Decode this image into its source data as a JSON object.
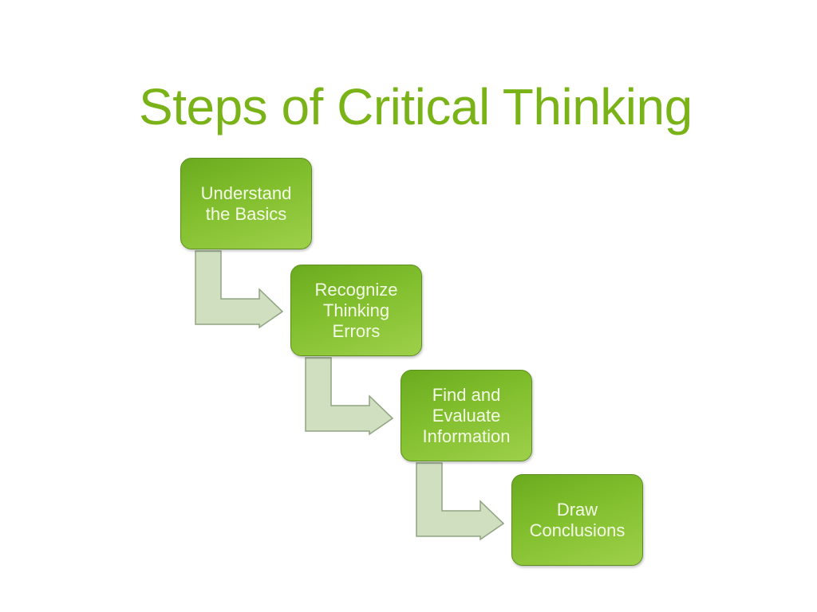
{
  "title": "Steps of Critical Thinking",
  "steps": [
    {
      "label": "Understand the Basics"
    },
    {
      "label": "Recognize Thinking Errors"
    },
    {
      "label": "Find and Evaluate Information"
    },
    {
      "label": "Draw Conclusions"
    }
  ],
  "colors": {
    "title": "#7ab317",
    "step_fill": "#82bf2e",
    "arrow_fill": "#cfdfbf",
    "step_text": "#f4fbe6"
  }
}
